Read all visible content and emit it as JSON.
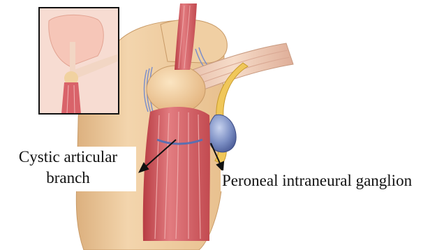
{
  "labels": {
    "cystic_line1": "Cystic articular",
    "cystic_line2": "branch",
    "peroneal": "Peroneal intraneural ganglion"
  },
  "colors": {
    "bone": "#f1cfa2",
    "bone_shade": "#dcb07e",
    "muscle": "#d9636a",
    "muscle_dark": "#b83c43",
    "ganglion": "#7c8fc4",
    "nerve_yellow": "#f0c75a",
    "inset_border": "#111111",
    "skin_inset": "#f7c7bc"
  },
  "icons": [
    "arrow-icon-cystic",
    "arrow-icon-peroneal"
  ]
}
